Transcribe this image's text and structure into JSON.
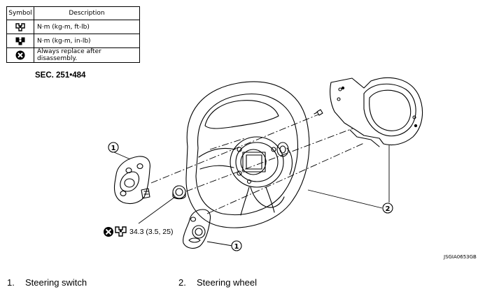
{
  "legend": {
    "header_symbol": "Symbol",
    "header_description": "Description",
    "rows": [
      {
        "icon": "torque-wrench-icon",
        "description": "N·m (kg-m, ft-lb)"
      },
      {
        "icon": "torque-wrench-filled-icon",
        "description": "N·m (kg-m, in-lb)"
      },
      {
        "icon": "replace-part-icon",
        "description": "Always replace after disassembly."
      }
    ]
  },
  "section_label": "SEC. 251•484",
  "callouts": {
    "switch_upper": "1",
    "switch_lower": "1",
    "wheel": "2"
  },
  "torque_spec": "34.3 (3.5, 25)",
  "figure_code": "JSGIA0653GB",
  "parts": [
    {
      "number": "1.",
      "name": "Steering switch"
    },
    {
      "number": "2.",
      "name": "Steering wheel"
    }
  ]
}
